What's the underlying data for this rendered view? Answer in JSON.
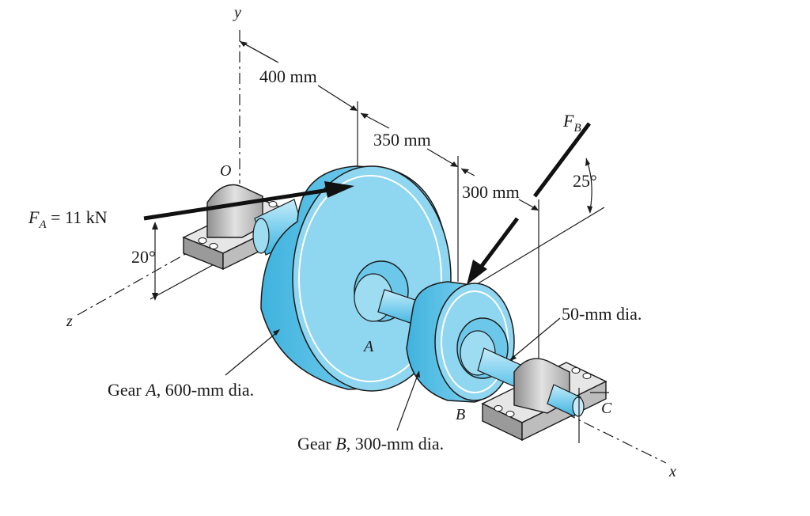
{
  "axes": {
    "x": "x",
    "y": "y",
    "z": "z"
  },
  "points": {
    "origin": "O",
    "a": "A",
    "b": "B",
    "c": "C"
  },
  "dimensions": {
    "d1": "400 mm",
    "d2": "350 mm",
    "d3": "300 mm"
  },
  "forces": {
    "fa_symbol": "F",
    "fa_sub": "A",
    "fa_value": " = 11 kN",
    "fa_angle": "20°",
    "fb_symbol": "F",
    "fb_sub": "B",
    "fb_angle": "25°"
  },
  "labels": {
    "shaft_dia": "50-mm dia.",
    "gear_a_pre": "Gear ",
    "gear_a_letter": "A",
    "gear_a_post": ", 600-mm dia.",
    "gear_b_pre": "Gear ",
    "gear_b_letter": "B",
    "gear_b_post": ", 300-mm dia."
  },
  "colors": {
    "gear_light": "#9edcf2",
    "gear_mid": "#6cc8ea",
    "gear_dark": "#3fb3de",
    "bearing": "#c9c9c9",
    "bearing_dark": "#8f8f8f",
    "arrow": "#111111"
  }
}
